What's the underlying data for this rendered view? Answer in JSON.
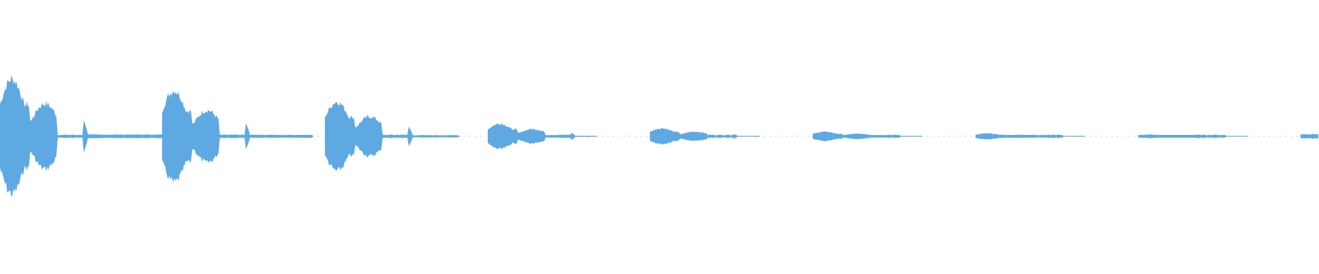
{
  "waveform": {
    "color": "#5ea9e2",
    "bursts": [
      {
        "level": 1.0
      },
      {
        "level": 0.8
      },
      {
        "level": 0.6
      },
      {
        "level": 0.22
      },
      {
        "level": 0.14
      },
      {
        "level": 0.08
      },
      {
        "level": 0.05
      },
      {
        "level": 0.03
      },
      {
        "level": 0.04
      }
    ]
  }
}
